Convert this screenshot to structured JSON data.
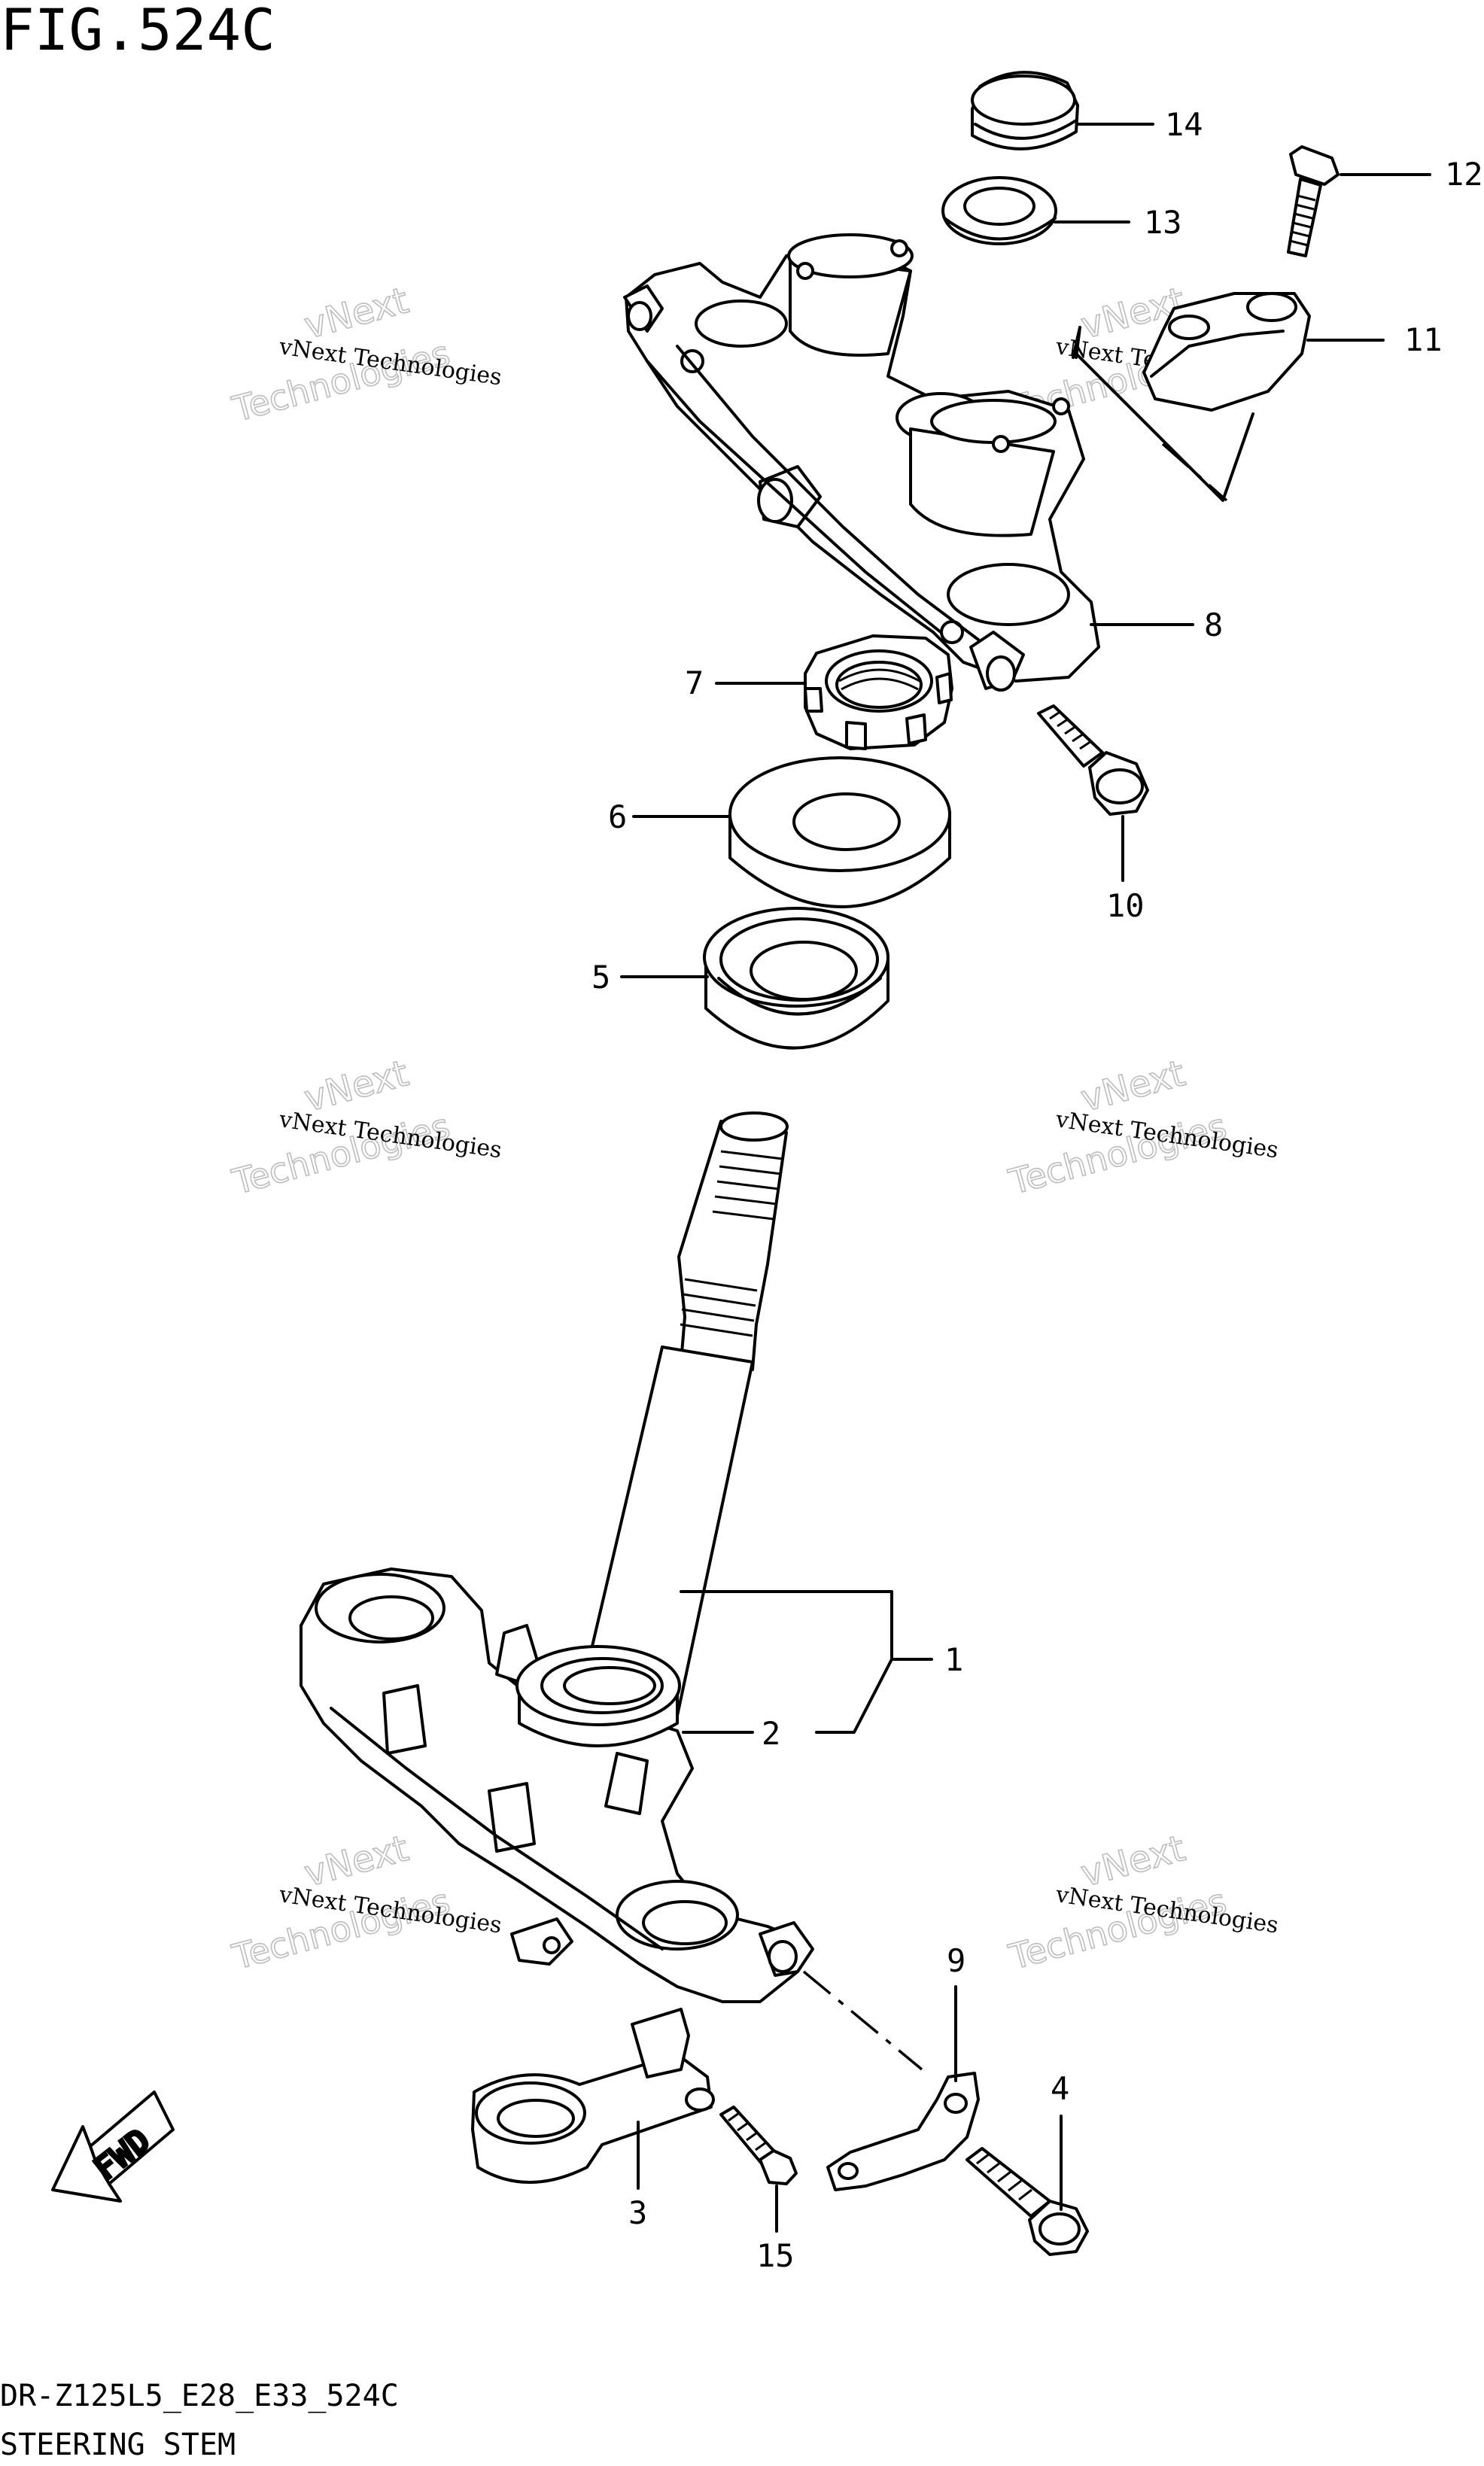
{
  "figure": {
    "title": "FIG.524C",
    "model_code": "DR-Z125L5_E28_E33_524C",
    "section_name": "STEERING STEM",
    "fwd_label": "FWD"
  },
  "callouts": [
    {
      "id": "c14",
      "label": "14"
    },
    {
      "id": "c12",
      "label": "12"
    },
    {
      "id": "c13",
      "label": "13"
    },
    {
      "id": "c11",
      "label": "11"
    },
    {
      "id": "c8",
      "label": "8"
    },
    {
      "id": "c7",
      "label": "7"
    },
    {
      "id": "c6",
      "label": "6"
    },
    {
      "id": "c10",
      "label": "10"
    },
    {
      "id": "c5",
      "label": "5"
    },
    {
      "id": "c1",
      "label": "1"
    },
    {
      "id": "c2",
      "label": "2"
    },
    {
      "id": "c9",
      "label": "9"
    },
    {
      "id": "c4",
      "label": "4"
    },
    {
      "id": "c3",
      "label": "3"
    },
    {
      "id": "c15",
      "label": "15"
    }
  ],
  "watermark": {
    "line1": "vNext Technologies",
    "line2": "vNext",
    "line3": "Technologies"
  },
  "parts": {
    "steering_stem": "steering-stem-icon",
    "lower_bracket": "lower-bracket-icon",
    "upper_bracket": "upper-bracket-icon",
    "bearing": "bearing-icon",
    "dust_seal": "dust-seal-icon",
    "stem_nut": "stem-nut-icon",
    "bolt": "bolt-icon",
    "cap": "cap-icon",
    "washer": "washer-icon",
    "handlebar_holder": "handlebar-holder-icon",
    "cable_guide": "cable-guide-icon",
    "bracket_plate": "bracket-plate-icon"
  }
}
